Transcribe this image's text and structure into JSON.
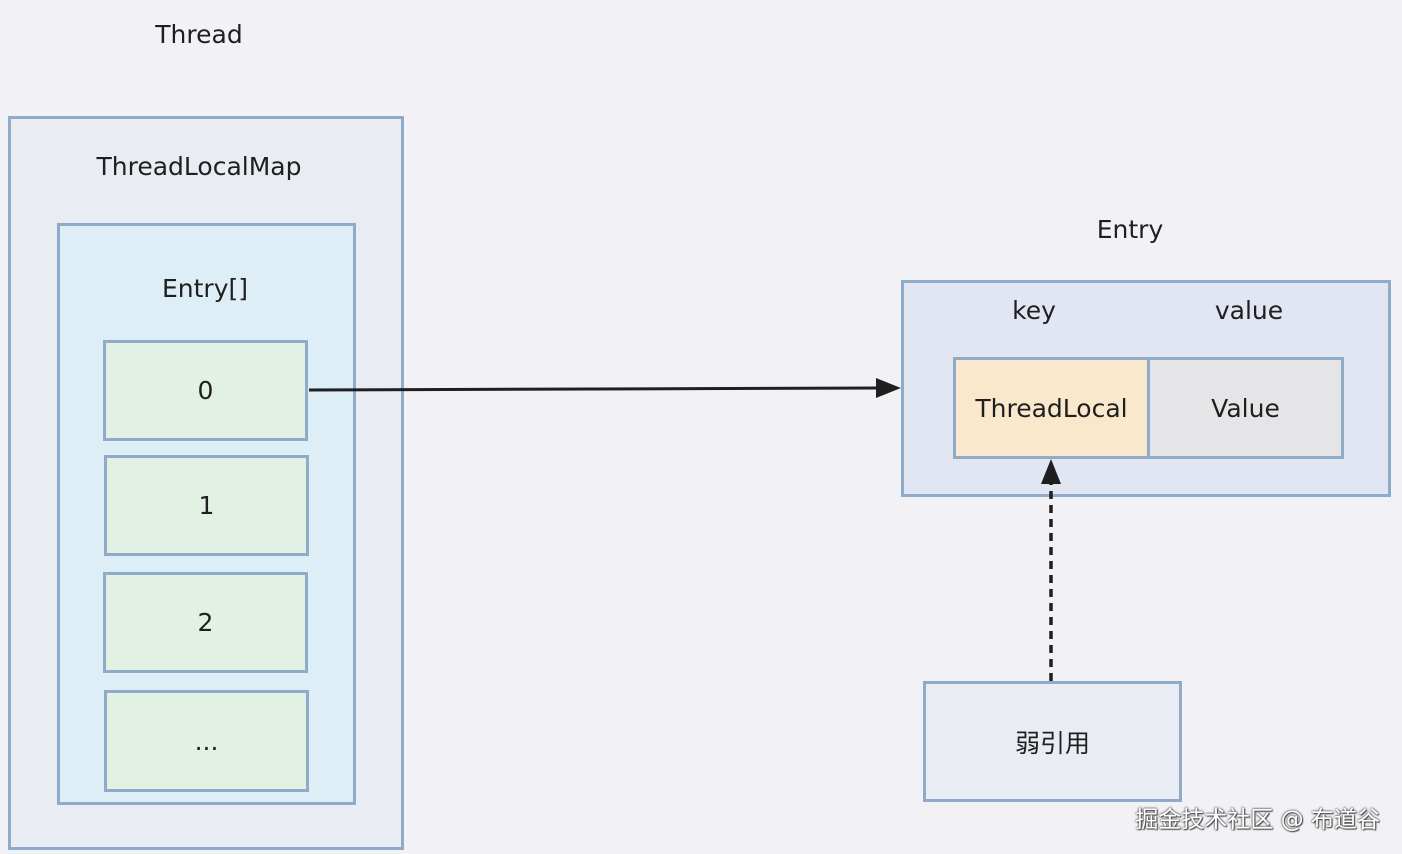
{
  "thread": {
    "title": "Thread",
    "map_title": "ThreadLocalMap",
    "array_title": "Entry[]",
    "cells": [
      "0",
      "1",
      "2",
      "..."
    ]
  },
  "entry": {
    "title": "Entry",
    "key_header": "key",
    "value_header": "value",
    "key_cell": "ThreadLocal",
    "value_cell": "Value"
  },
  "weak_ref": {
    "label": "弱引用"
  },
  "watermark": "掘金技术社区 @ 布道谷",
  "colors": {
    "background": "#f2f2f6",
    "border": "#8eabc9",
    "thread_fill": "#e9edf3",
    "array_fill": "#deeef6",
    "cell_fill": "#e3f1e4",
    "entry_fill": "#e2e5f2",
    "key_fill": "#fae8cd",
    "value_fill": "#e5e5e7",
    "arrow": "#1f1f1f"
  }
}
